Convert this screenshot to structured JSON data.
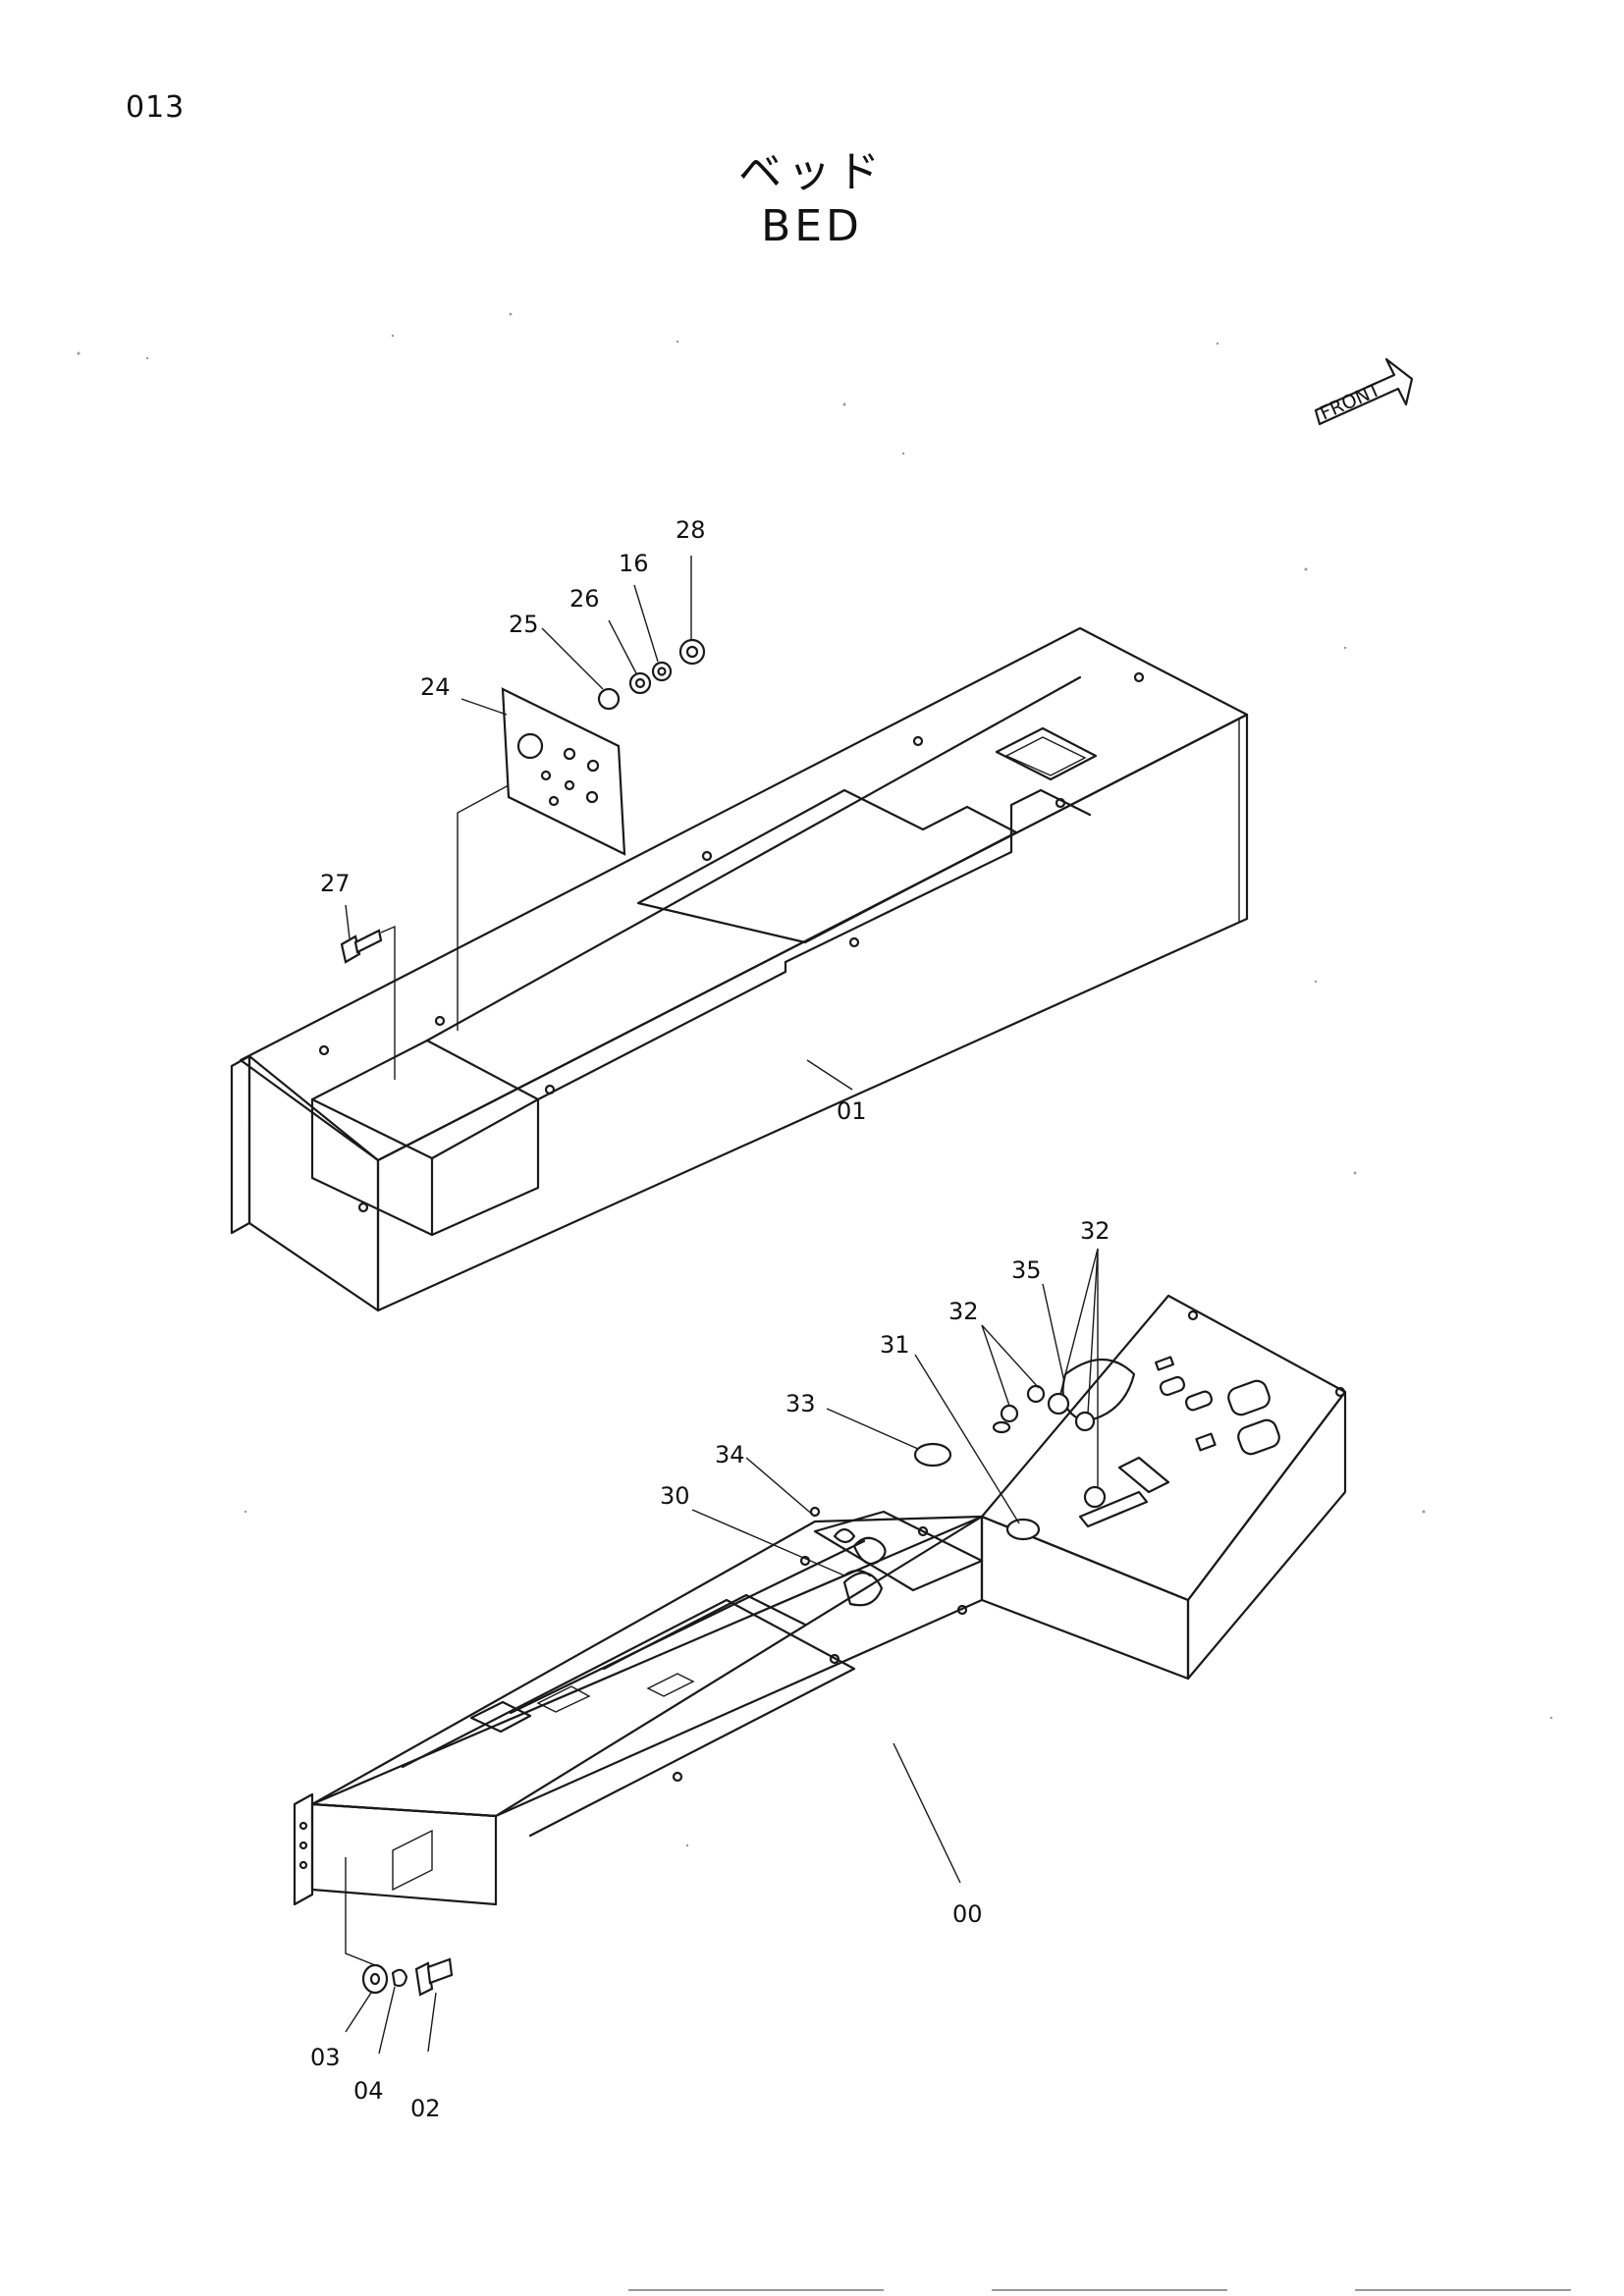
{
  "page_number": "013",
  "title": {
    "japanese": "ベッド",
    "english": "BED"
  },
  "front_marker": "FRONT",
  "callouts": {
    "c00": "00",
    "c01": "01",
    "c02": "02",
    "c03": "03",
    "c04": "04",
    "c16": "16",
    "c24": "24",
    "c25": "25",
    "c26": "26",
    "c27": "27",
    "c28": "28",
    "c30": "30",
    "c31": "31",
    "c32a": "32",
    "c32b": "32",
    "c33": "33",
    "c34": "34",
    "c35": "35"
  }
}
